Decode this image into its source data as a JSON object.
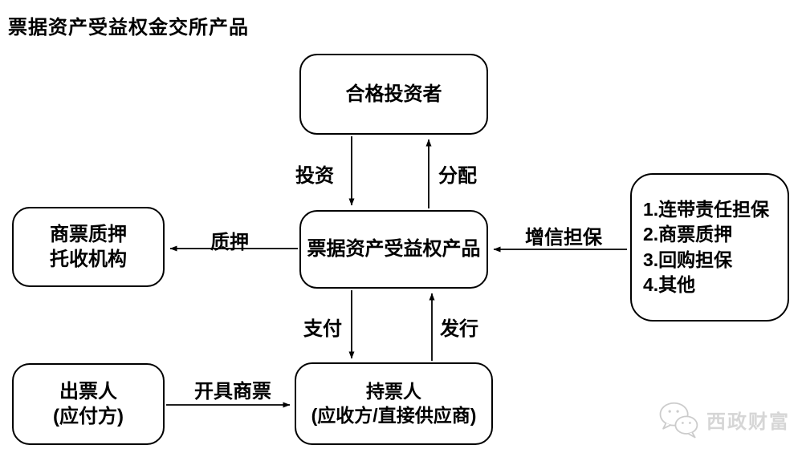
{
  "title": "票据资产受益权金交所产品",
  "nodes": {
    "investor": {
      "label": "合格投资者"
    },
    "product": {
      "label": "票据资产受益权产品"
    },
    "pledge_agency": {
      "lines": [
        "商票质押",
        "托收机构"
      ]
    },
    "credit_enhancement": {
      "lines": [
        "1.连带责任担保",
        "2.商票质押",
        "3.回购担保",
        "4.其他"
      ]
    },
    "drawer": {
      "lines": [
        "出票人",
        "(应付方)"
      ]
    },
    "holder": {
      "lines": [
        "持票人",
        "(应收方/直接供应商)"
      ]
    }
  },
  "edges": {
    "invest": "投资",
    "distribute": "分配",
    "pledge": "质押",
    "credit_guarantee": "增信担保",
    "pay": "支付",
    "issue": "发行",
    "issue_bill": "开具商票"
  },
  "watermark": {
    "text": "西政财富",
    "icon": "wechat-icon"
  },
  "colors": {
    "line": "#000000",
    "text": "#000000",
    "background": "#ffffff",
    "watermark": "#d6d6d6"
  }
}
